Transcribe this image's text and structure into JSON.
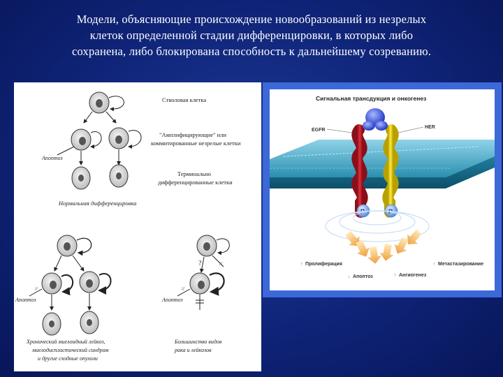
{
  "title": {
    "line1": "Модели, объясняющие происхождение новообразований из незрелых",
    "line2": "клеток определенной стадии дифференцировки, в которых либо",
    "line3": "сохранена, либо блокирована способность к дальнейшему созреванию."
  },
  "left_diagram": {
    "stem_cell": "Стволовая клетка",
    "amplifying_line1": "\"Амплифицирующие\" или",
    "amplifying_line2": "коммитированные незрелые клетки",
    "terminal_line1": "Терминально",
    "terminal_line2": "дифференцированные клетки",
    "apoptosis_1": "Апоптоз",
    "apoptosis_2": "Апоптоз",
    "apoptosis_3": "Апоптоз",
    "normal_caption": "Нормальная дифференцировка",
    "chronic_line1": "Хронический миелоидный лейкоз,",
    "chronic_line2": "миелодиспластический синдром",
    "chronic_line3": "и другие сходные опухоли",
    "acute_line1": "Большинство видов",
    "acute_line2": "рака и лейкозов",
    "mark_q": "?"
  },
  "right_diagram": {
    "title": "Сигнальная трансдукция и онкогенез",
    "egfr": "EGFR",
    "her": "HER",
    "p1": "P",
    "p2": "P",
    "proliferation": "Пролиферация",
    "apoptosis": "Апоптоз",
    "angiogenesis": "Ангиогенез",
    "metastasis": "Метастазирование"
  }
}
